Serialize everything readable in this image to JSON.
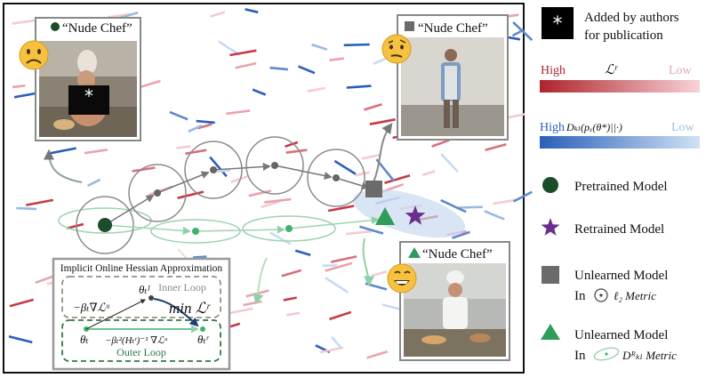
{
  "images": {
    "top_left": {
      "caption": "“Nude Chef”",
      "marker_symbol": "*"
    },
    "top_right": {
      "caption": "“Nude Chef”"
    },
    "bottom_right": {
      "caption": "“Nude Chef”"
    }
  },
  "hessian_box": {
    "title": "Implicit Online Hessian Approximation",
    "inner_loop_label": "Inner Loop",
    "outer_loop_label": "Outer Loop",
    "inner_grad_expr": "−βₜ∇ℒᵘ",
    "outer_grad_expr": "−βₜ²(Hₜʳ)⁻¹ ∇ℒᵘ",
    "theta_t": "θₜ",
    "theta_t_I": "θₜᴵ",
    "theta_t_r": "θₜʳ",
    "min_expr": "min ℒʳ"
  },
  "legend": {
    "authors_note": {
      "symbol": "*",
      "line1": "Added by authors",
      "line2": "for publication"
    },
    "loss_bar": {
      "high": "High",
      "label": "ℒʳ",
      "low": "Low"
    },
    "kl_bar": {
      "high": "High",
      "label": "Dₖₗ(pₓ(θ*)||·)",
      "low": "Low"
    },
    "pretrained": "Pretrained Model",
    "retrained": "Retrained Model",
    "unlearned_l2_line1": "Unlearned Model",
    "unlearned_l2_line2_prefix": "In",
    "unlearned_l2_metric": "ℓ₂ Metric",
    "unlearned_kl_line1": "Unlearned Model",
    "unlearned_kl_line2_prefix": "In",
    "unlearned_kl_metric": "Dᴿₖₗ Metric"
  },
  "colors": {
    "pretrained": "#1b4d2b",
    "retrained": "#6a2f8e",
    "unlearned_l2": "#6b6b6b",
    "unlearned_kl": "#2e9c5a",
    "loss_high": "#b0232b",
    "loss_low": "#f4c9cf",
    "kl_high": "#2a5fb8",
    "kl_low": "#bcd6f0"
  }
}
